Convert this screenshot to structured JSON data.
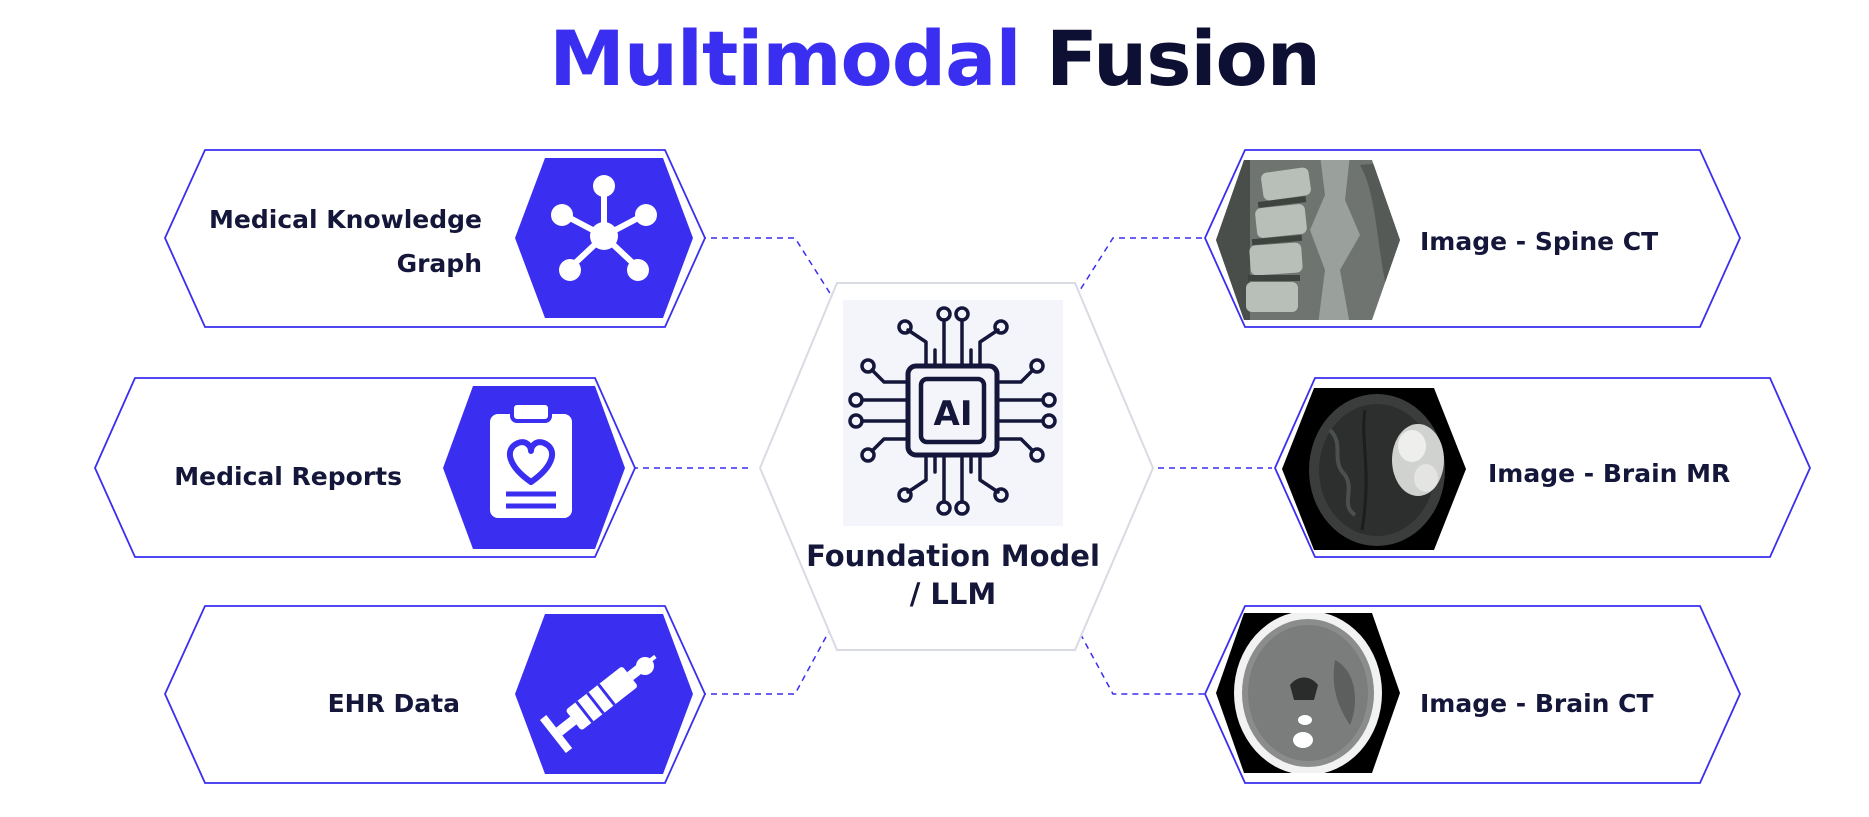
{
  "title": {
    "accent": "Multimodal",
    "rest": "Fusion"
  },
  "center": {
    "line1": "Foundation Model",
    "line2": "/ LLM",
    "chip_text": "AI"
  },
  "left_nodes": [
    {
      "line1": "Medical Knowledge",
      "line2": "Graph",
      "icon": "network-graph-icon"
    },
    {
      "line1": "Medical Reports",
      "line2": "",
      "icon": "clipboard-heart-icon"
    },
    {
      "line1": "EHR Data",
      "line2": "",
      "icon": "syringe-icon"
    }
  ],
  "right_nodes": [
    {
      "label": "Image - Spine CT",
      "image": "spine-ct-image"
    },
    {
      "label": "Image - Brain MR",
      "image": "brain-mr-image"
    },
    {
      "label": "Image - Brain CT",
      "image": "brain-ct-image"
    }
  ],
  "colors": {
    "accent": "#3a2ff0",
    "dark": "#0d1033",
    "outline": "#3a2ff0",
    "center_outline": "#d9dbe2"
  }
}
